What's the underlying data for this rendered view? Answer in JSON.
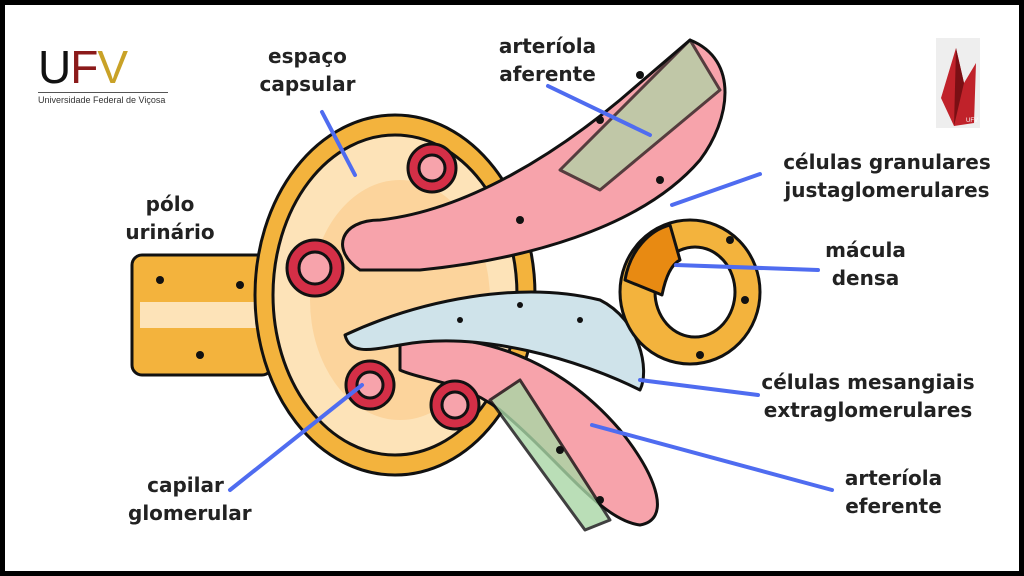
{
  "logo": {
    "letters": [
      "U",
      "F",
      "V"
    ],
    "subtitle": "Universidade Federal de Viçosa",
    "colors": {
      "u": "#111111",
      "f": "#8b1a1a",
      "v": "#c9a227"
    }
  },
  "corner_logo": {
    "icon": "red-origami-logo",
    "text": "UFV"
  },
  "labels": {
    "espaco_capsular": [
      "espaço",
      "capsular"
    ],
    "arteriola_aferente": [
      "arteríola",
      "aferente"
    ],
    "polo_urinario": [
      "pólo",
      "urinário"
    ],
    "celulas_granulares": [
      "células granulares",
      "justaglomerulares"
    ],
    "macula_densa": [
      "mácula",
      "densa"
    ],
    "celulas_mesangiais": [
      "células mesangiais",
      "extraglomerulares"
    ],
    "arteriola_eferente": [
      "arteríola",
      "eferente"
    ],
    "capilar_glomerular": [
      "capilar",
      "glomerular"
    ]
  },
  "colors": {
    "pointer": "#4f6cf0",
    "capsule": "#f3b33d",
    "capsular_space": "#fde3b8",
    "arteriole": "#f7a3ab",
    "red_cell": "#d42f47",
    "green_cell": "#a9d7a6",
    "mesangial": "#cfe3ea",
    "macula": "#e88a12"
  }
}
